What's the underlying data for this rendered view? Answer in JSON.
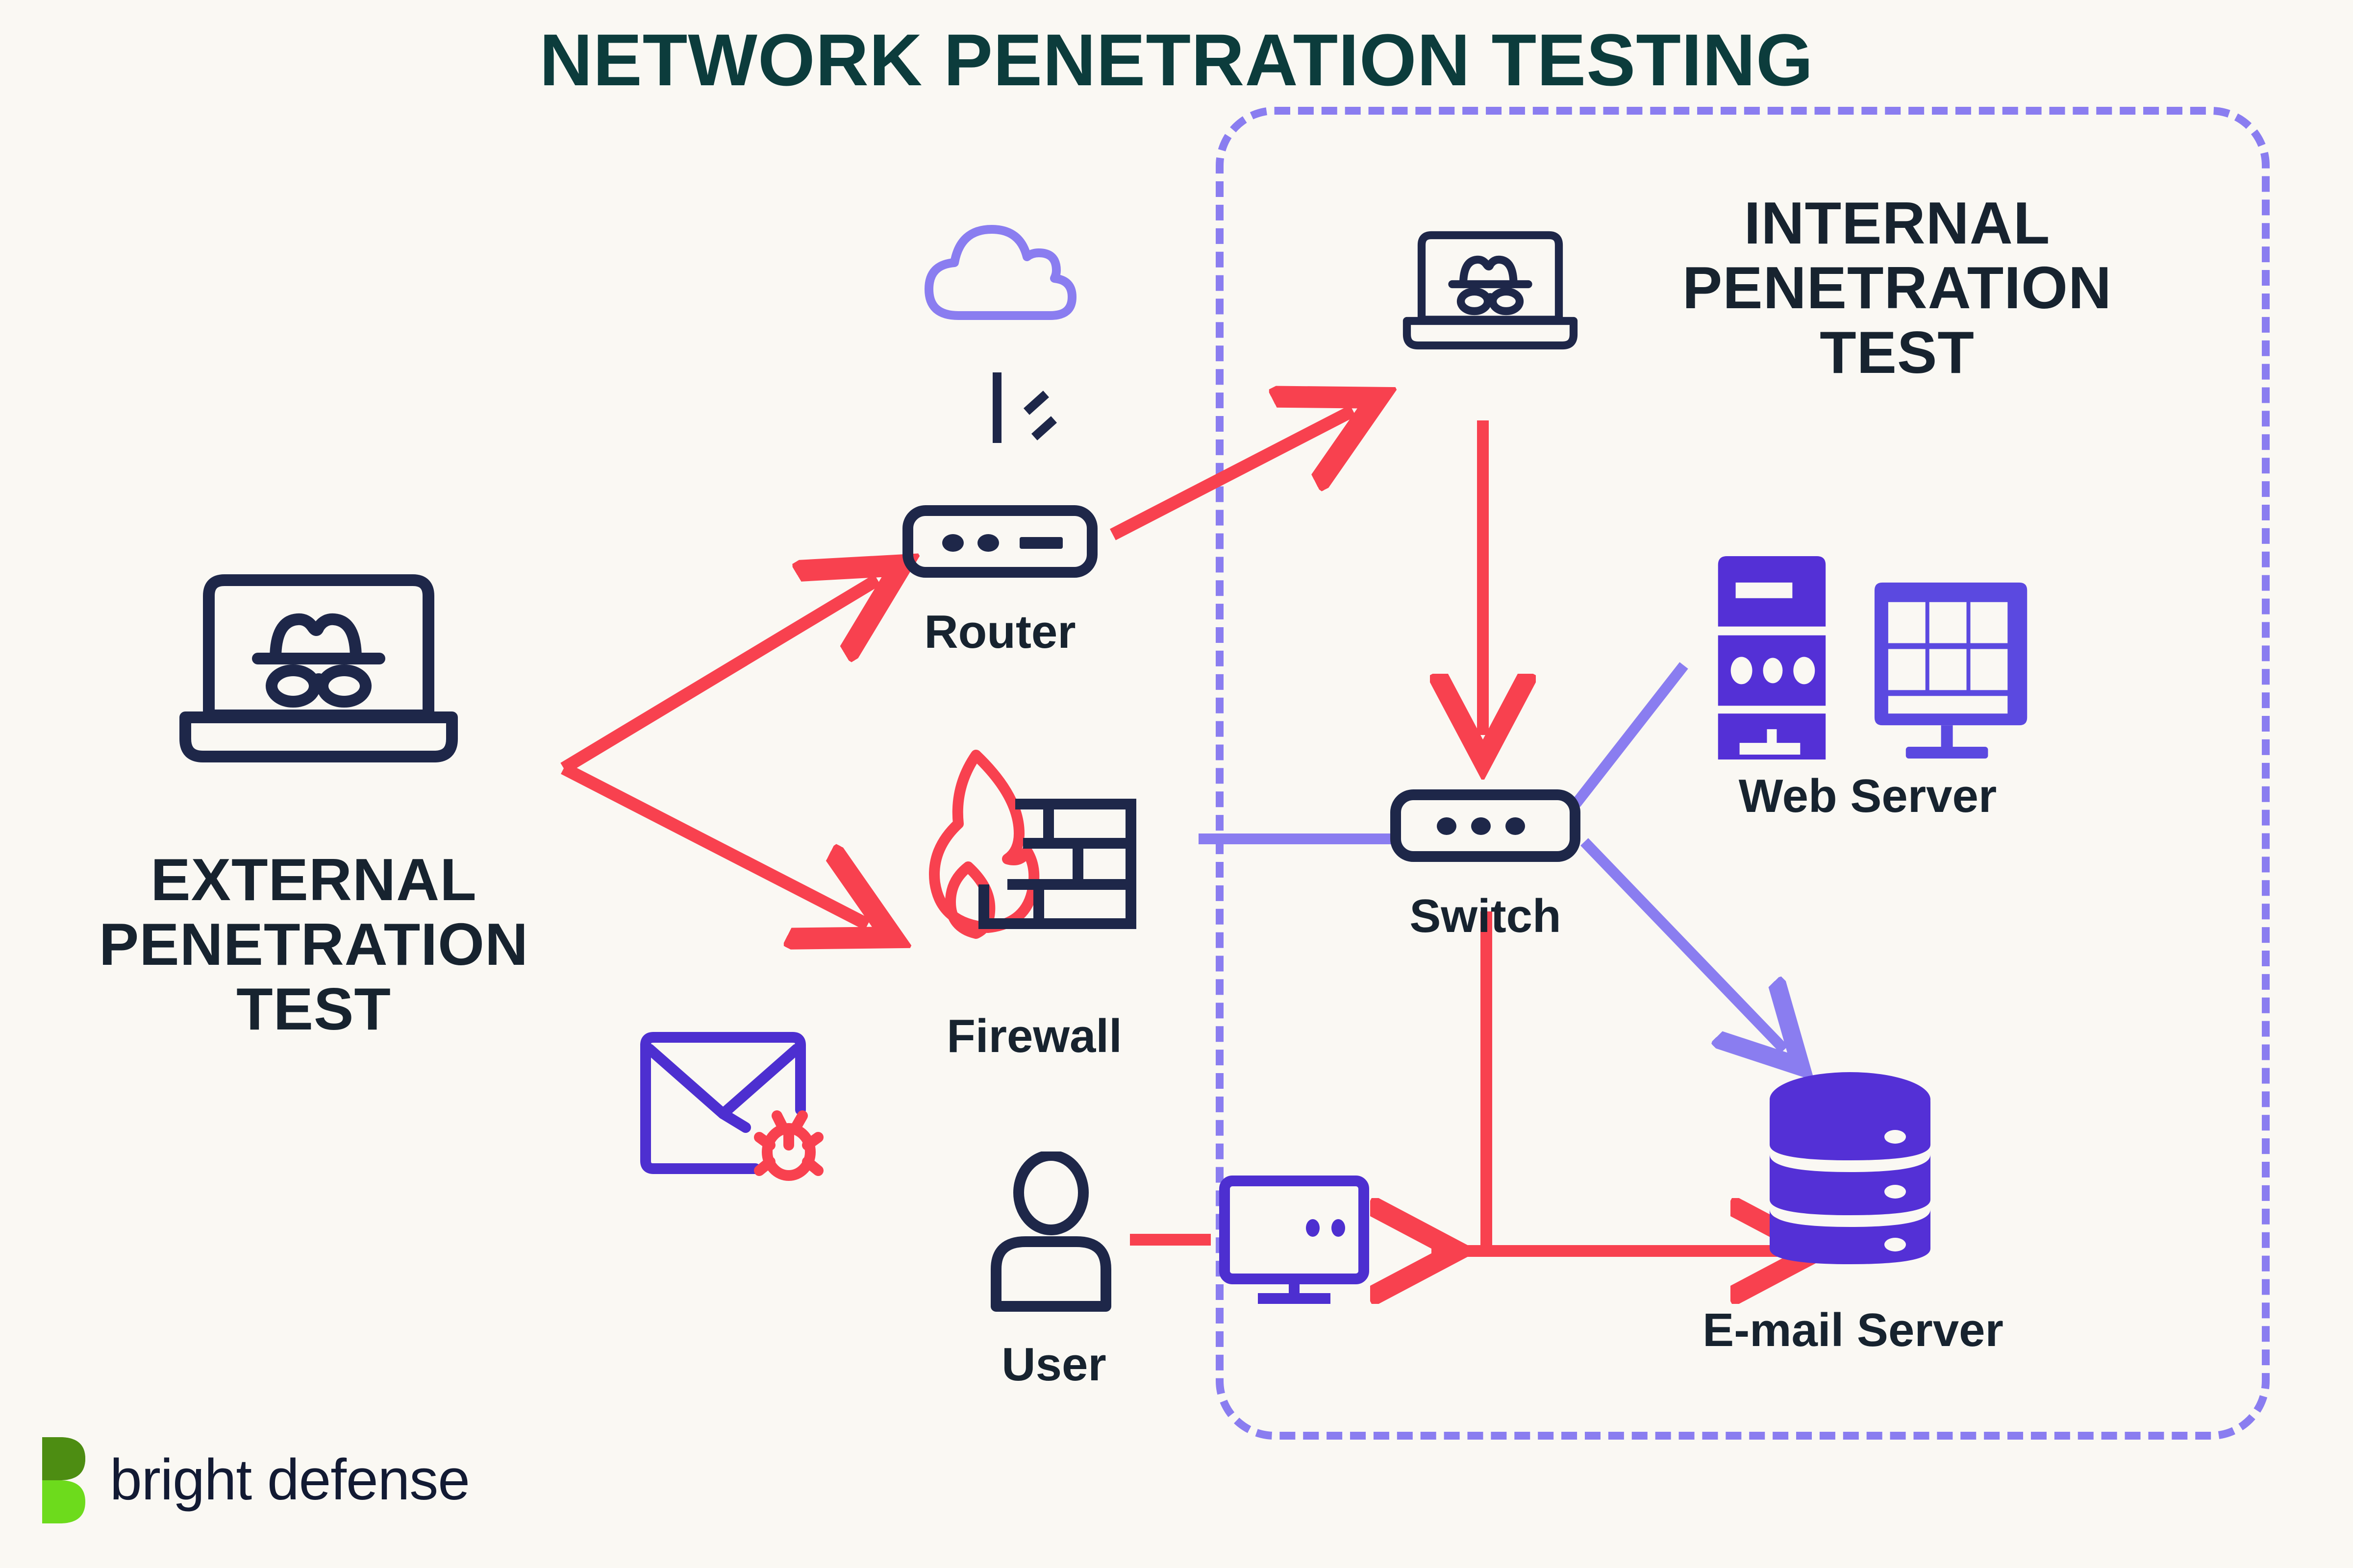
{
  "title": "NETWORK PENETRATION TESTING",
  "zones": {
    "external": {
      "label": "EXTERNAL\nPENETRATION\nTEST",
      "line1": "EXTERNAL",
      "line2": "PENETRATION",
      "line3": "TEST"
    },
    "internal": {
      "label": "INTERNAL\nPENETRATION\nTEST",
      "line1": "INTERNAL",
      "line2": "PENETRATION",
      "line3": "TEST"
    }
  },
  "nodes": [
    {
      "id": "external-attacker",
      "label": "",
      "icon": "laptop-incognito-icon"
    },
    {
      "id": "cloud",
      "label": "",
      "icon": "cloud-icon"
    },
    {
      "id": "router",
      "label": "Router",
      "icon": "router-icon"
    },
    {
      "id": "firewall",
      "label": "Firewall",
      "icon": "firewall-brick-flame-icon"
    },
    {
      "id": "email-phishing",
      "label": "",
      "icon": "envelope-bug-icon"
    },
    {
      "id": "user",
      "label": "User",
      "icon": "user-person-icon"
    },
    {
      "id": "workstation",
      "label": "",
      "icon": "monitor-icon"
    },
    {
      "id": "internal-attacker",
      "label": "",
      "icon": "laptop-incognito-icon"
    },
    {
      "id": "switch",
      "label": "Switch",
      "icon": "switch-icon"
    },
    {
      "id": "web-server",
      "label": "Web Server",
      "icon": "server-tower-monitor-icon"
    },
    {
      "id": "email-server",
      "label": "E-mail Server",
      "icon": "database-cylinder-icon"
    }
  ],
  "connections": [
    {
      "from": "external-attacker",
      "to": "router",
      "style": "arrow",
      "color": "#f8414f"
    },
    {
      "from": "external-attacker",
      "to": "firewall",
      "style": "arrow",
      "color": "#f8414f"
    },
    {
      "from": "router",
      "to": "internal-attacker",
      "style": "arrow",
      "color": "#f8414f"
    },
    {
      "from": "internal-attacker",
      "to": "switch",
      "style": "arrow",
      "color": "#f8414f"
    },
    {
      "from": "firewall",
      "to": "switch",
      "style": "line",
      "color": "#8a7df0"
    },
    {
      "from": "switch",
      "to": "web-server",
      "style": "line",
      "color": "#8a7df0"
    },
    {
      "from": "switch",
      "to": "email-server",
      "style": "arrow",
      "color": "#8a7df0"
    },
    {
      "from": "user",
      "to": "workstation",
      "style": "line",
      "color": "#f8414f"
    },
    {
      "from": "switch",
      "to": "workstation-and-email-server",
      "style": "double-arrow",
      "color": "#f8414f"
    },
    {
      "from": "cloud",
      "to": "router",
      "style": "signal",
      "color": "#17232f"
    }
  ],
  "logo": {
    "text": "bright defense",
    "mark": "bright-defense-leaf-mark"
  },
  "colors": {
    "background": "#faf8f3",
    "title": "#0c3c3c",
    "navy": "#17232f",
    "icon_navy": "#1e2749",
    "red": "#f8414f",
    "purple_light": "#8a7df0",
    "purple_deep": "#5430d6",
    "label": "#17232f",
    "logo_green_dark": "#4d8d12",
    "logo_green_bright": "#6ddb1c",
    "logo_text": "#121a33"
  }
}
